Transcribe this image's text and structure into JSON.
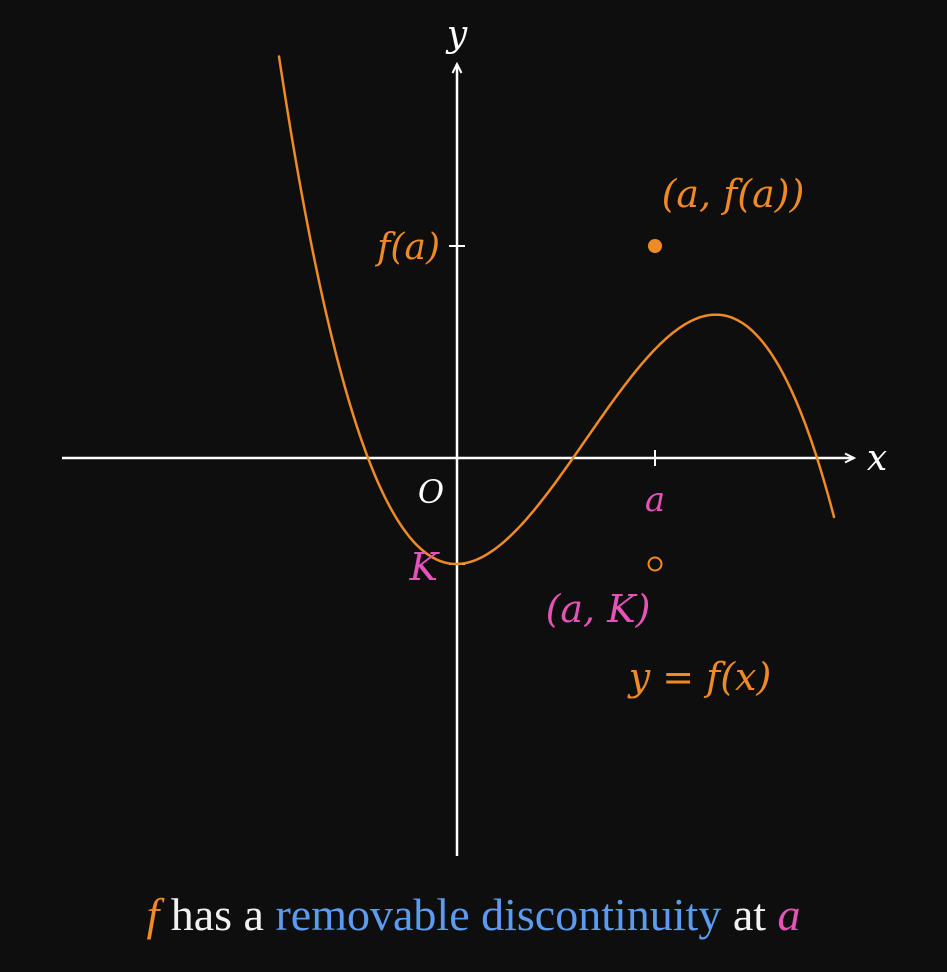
{
  "axes": {
    "x_label": "x",
    "y_label": "y",
    "origin_label": "O"
  },
  "ticks": {
    "x_a_label": "a",
    "y_fa_label": "f(a)",
    "y_k_label": "K"
  },
  "points": {
    "filled_point_label": "(a, f(a))",
    "hole_point_label": "(a, K)"
  },
  "curve": {
    "label": "y = f(x)"
  },
  "caption": {
    "f": "f",
    "has_a": "has a",
    "term": "removable discontinuity",
    "at": "at",
    "a": "a"
  },
  "colors": {
    "background": "#0e0e0e",
    "axes": "#ffffff",
    "curve": "#f08a24",
    "pink": "#e553b9",
    "blue": "#5c9bef",
    "white_text": "#f2f2f2"
  }
}
